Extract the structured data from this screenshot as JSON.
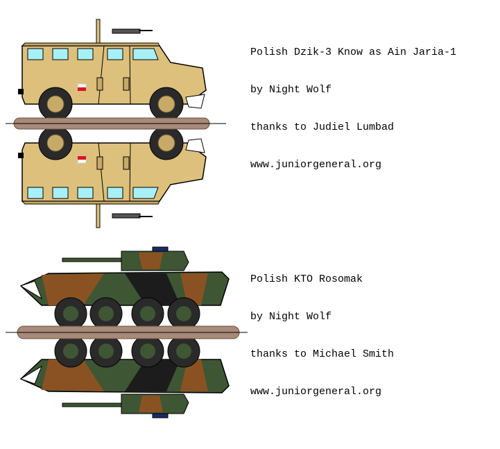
{
  "models": [
    {
      "name": "Polish Dzik-3 Know as Ain Jaria-1",
      "author": "by Night Wolf",
      "thanks": "thanks to Judiel Lumbad",
      "website": "www.juniorgeneral.org"
    },
    {
      "name": "Polish KTO Rosomak",
      "author": "by Night Wolf",
      "thanks": "thanks to Michael Smith",
      "website": "www.juniorgeneral.org"
    }
  ],
  "colors": {
    "tan": "#dcc07c",
    "base": "#a88a78",
    "window": "#a8f0f8",
    "camo_green": "#3e5634",
    "camo_brown": "#8a5222",
    "camo_black": "#1c1c1c",
    "wheel": "#2a2a2a"
  }
}
